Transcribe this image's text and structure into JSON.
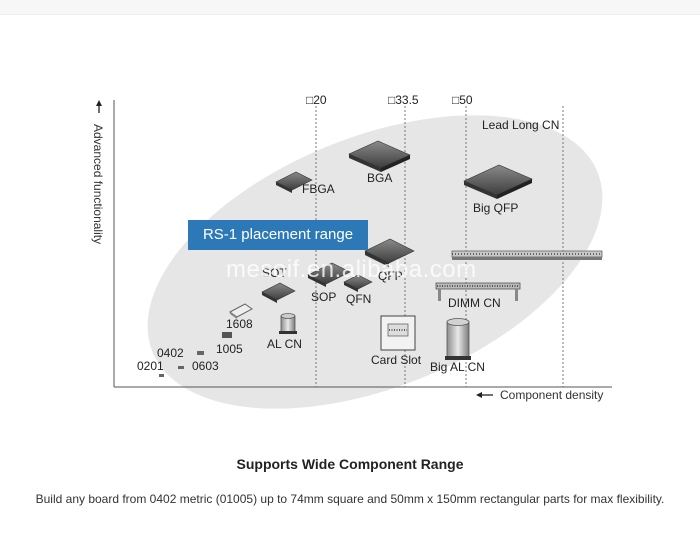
{
  "diagram": {
    "y_axis_label": "Advanced functionality",
    "x_axis_label": "Component density",
    "size_markers": [
      "□20",
      "□33.5",
      "□50"
    ],
    "range_label": "RS-1 placement range",
    "watermark": "mesoif.en.alibaba.com",
    "components": {
      "c0201": "0201",
      "c0402": "0402",
      "c0603": "0603",
      "c1005": "1005",
      "c1608": "1608",
      "al_cn": "AL CN",
      "sot": "SOT",
      "sop": "SOP",
      "qfn": "QFN",
      "qfp": "QFP",
      "fbga": "FBGA",
      "bga": "BGA",
      "big_qfp": "Big QFP",
      "lead_long_cn": "Lead Long CN",
      "dimm_cn": "DIMM CN",
      "card_slot": "Card Slot",
      "big_al_cn": "Big AL CN"
    }
  },
  "caption": {
    "title": "Supports Wide Component Range",
    "description": "Build any board from 0402 metric (01005) up to 74mm square and 50mm x 150mm rectangular parts for max flexibility."
  },
  "colors": {
    "range_box": "#2d79b7",
    "ellipse": "#e6e6e6",
    "chip": "#555555"
  }
}
